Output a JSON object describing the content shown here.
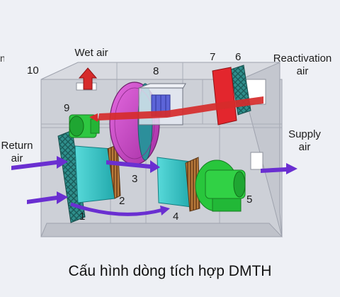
{
  "labels": {
    "wet_air": "Wet air",
    "reactivation_air": "Reactivation\nair",
    "supply_air": "Supply\nair",
    "return_air": "Return\nair"
  },
  "components": [
    "1",
    "2",
    "3",
    "4",
    "5",
    "6",
    "7",
    "8",
    "9",
    "10"
  ],
  "caption": "Cấu hình dòng tích hợp DMTH",
  "colors": {
    "housing": "#c9ccd4",
    "filter": "#2c8d8a",
    "coil": "#37c8c8",
    "rotor": "#c646c4",
    "heater": "#e3262d",
    "fan": "#25c43a",
    "arrow_flow": "#6a2fd1",
    "arrow_reactivation": "#d62b2b"
  }
}
